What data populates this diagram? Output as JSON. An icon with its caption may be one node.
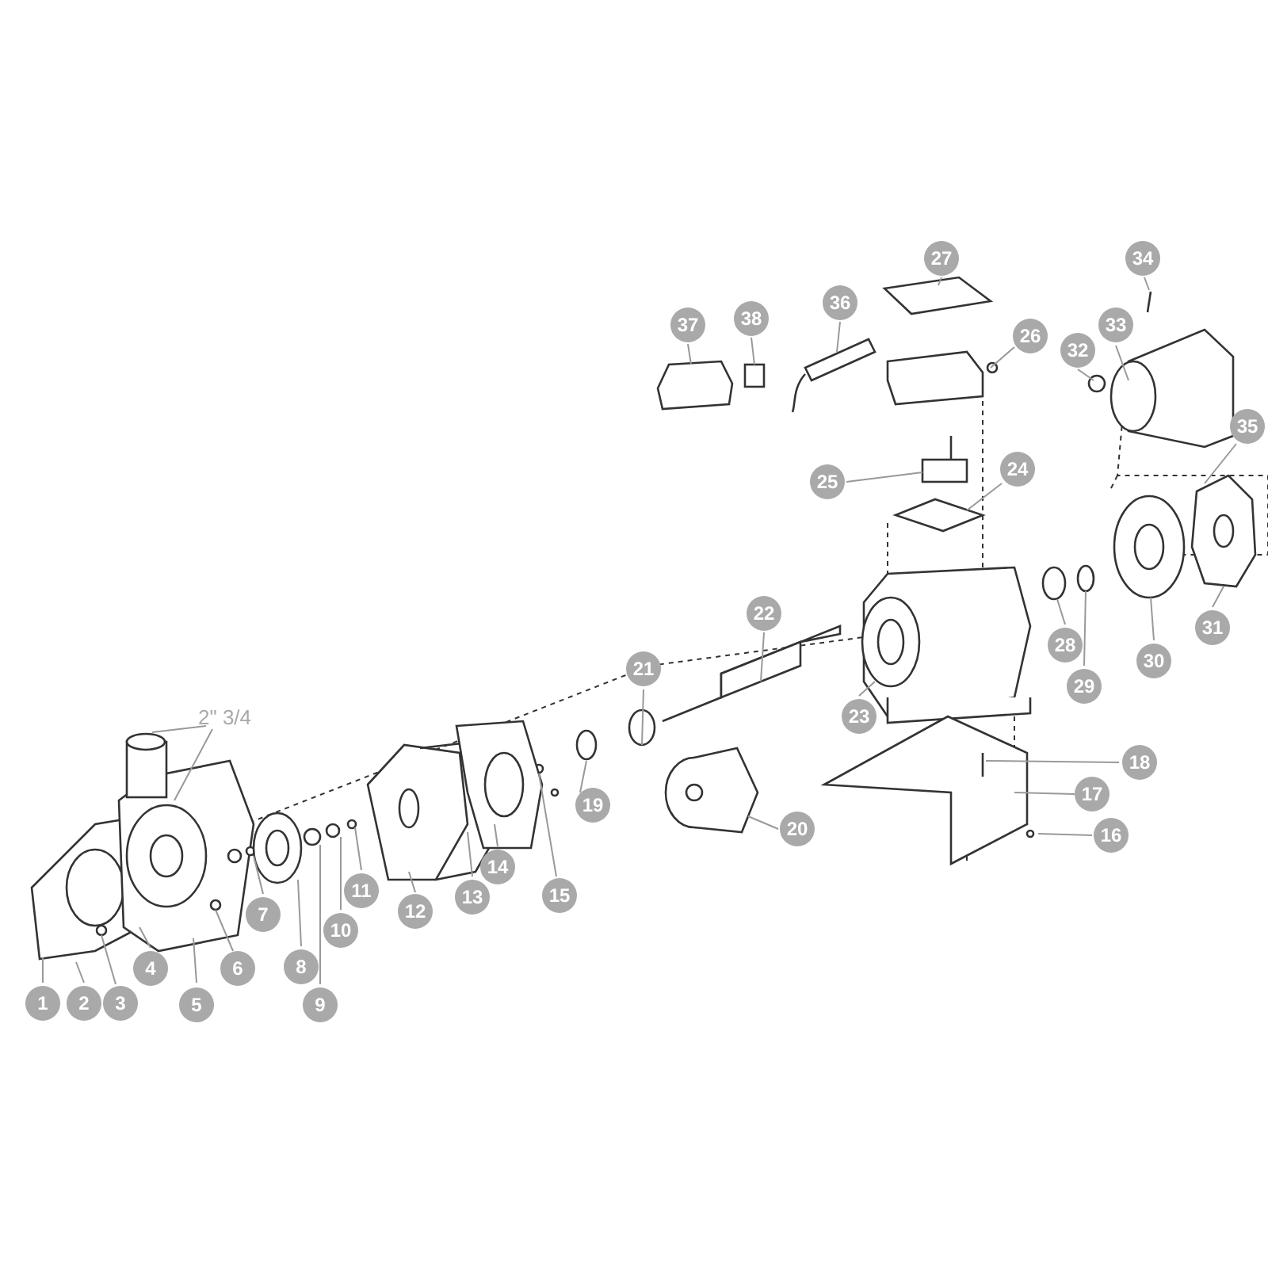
{
  "diagram": {
    "nodes": [
      {
        "text": [
          "1"
        ]
      },
      {
        "text": [
          "2"
        ]
      },
      {
        "text": [
          "3"
        ]
      },
      {
        "text": [
          "4"
        ]
      },
      {
        "text": [
          "5"
        ]
      },
      {
        "text": [
          "6"
        ]
      },
      {
        "text": [
          "7"
        ]
      },
      {
        "text": [
          "8"
        ]
      },
      {
        "text": [
          "9"
        ]
      },
      {
        "text": [
          "10"
        ]
      },
      {
        "text": [
          "11"
        ]
      },
      {
        "text": [
          "12"
        ]
      },
      {
        "text": [
          "13"
        ]
      },
      {
        "text": [
          "14"
        ]
      },
      {
        "text": [
          "15"
        ]
      },
      {
        "text": [
          "16"
        ]
      },
      {
        "text": [
          "17"
        ]
      },
      {
        "text": [
          "18"
        ]
      },
      {
        "text": [
          "19"
        ]
      },
      {
        "text": [
          "20"
        ]
      },
      {
        "text": [
          "21"
        ]
      },
      {
        "text": [
          "22"
        ]
      },
      {
        "text": [
          "23"
        ]
      },
      {
        "text": [
          "24"
        ]
      },
      {
        "text": [
          "25"
        ]
      },
      {
        "text": [
          "26"
        ]
      },
      {
        "text": [
          "27"
        ]
      },
      {
        "text": [
          "28"
        ]
      },
      {
        "text": [
          "29"
        ]
      },
      {
        "text": [
          "30"
        ]
      },
      {
        "text": [
          "31"
        ]
      },
      {
        "text": [
          "32"
        ]
      },
      {
        "text": [
          "33"
        ]
      },
      {
        "text": [
          "34"
        ]
      },
      {
        "text": [
          "35"
        ]
      },
      {
        "text": [
          "36"
        ]
      },
      {
        "text": [
          "37"
        ]
      },
      {
        "text": [
          "38"
        ]
      },
      {
        "text": [
          "2\" 3/4"
        ]
      }
    ],
    "edges": [
      {
        "from": 0,
        "to": null,
        "arrow": "none"
      },
      {
        "from": 1,
        "to": null,
        "arrow": "none"
      },
      {
        "from": 2,
        "to": null,
        "arrow": "none"
      },
      {
        "from": 3,
        "to": null,
        "arrow": "none"
      },
      {
        "from": 4,
        "to": null,
        "arrow": "none"
      },
      {
        "from": 5,
        "to": null,
        "arrow": "none"
      },
      {
        "from": 6,
        "to": null,
        "arrow": "none"
      },
      {
        "from": 7,
        "to": null,
        "arrow": "none"
      },
      {
        "from": 8,
        "to": null,
        "arrow": "none"
      },
      {
        "from": 9,
        "to": null,
        "arrow": "none"
      },
      {
        "from": 10,
        "to": null,
        "arrow": "none"
      },
      {
        "from": 11,
        "to": null,
        "arrow": "none"
      },
      {
        "from": 12,
        "to": null,
        "arrow": "none"
      },
      {
        "from": 13,
        "to": null,
        "arrow": "none"
      },
      {
        "from": 14,
        "to": null,
        "arrow": "none"
      },
      {
        "from": 15,
        "to": null,
        "arrow": "none"
      },
      {
        "from": 16,
        "to": null,
        "arrow": "none"
      },
      {
        "from": 17,
        "to": null,
        "arrow": "none"
      },
      {
        "from": 18,
        "to": null,
        "arrow": "none"
      },
      {
        "from": 19,
        "to": null,
        "arrow": "none"
      },
      {
        "from": 20,
        "to": null,
        "arrow": "none"
      },
      {
        "from": 21,
        "to": null,
        "arrow": "none"
      },
      {
        "from": 22,
        "to": null,
        "arrow": "none"
      },
      {
        "from": 23,
        "to": null,
        "arrow": "none"
      },
      {
        "from": 24,
        "to": null,
        "arrow": "none"
      },
      {
        "from": 25,
        "to": null,
        "arrow": "none"
      },
      {
        "from": 26,
        "to": null,
        "arrow": "none"
      },
      {
        "from": 27,
        "to": null,
        "arrow": "none"
      },
      {
        "from": 28,
        "to": null,
        "arrow": "none"
      },
      {
        "from": 29,
        "to": null,
        "arrow": "none"
      },
      {
        "from": 30,
        "to": null,
        "arrow": "none"
      },
      {
        "from": 31,
        "to": null,
        "arrow": "none"
      },
      {
        "from": 32,
        "to": null,
        "arrow": "none"
      },
      {
        "from": 33,
        "to": null,
        "arrow": "none"
      },
      {
        "from": 34,
        "to": null,
        "arrow": "none"
      },
      {
        "from": 35,
        "to": null,
        "arrow": "none"
      },
      {
        "from": 36,
        "to": null,
        "arrow": "none"
      },
      {
        "from": 37,
        "to": null,
        "arrow": "none"
      },
      {
        "from": 38,
        "to": null,
        "arrow": "none"
      },
      {
        "from": 38,
        "to": null,
        "arrow": "none"
      }
    ]
  }
}
